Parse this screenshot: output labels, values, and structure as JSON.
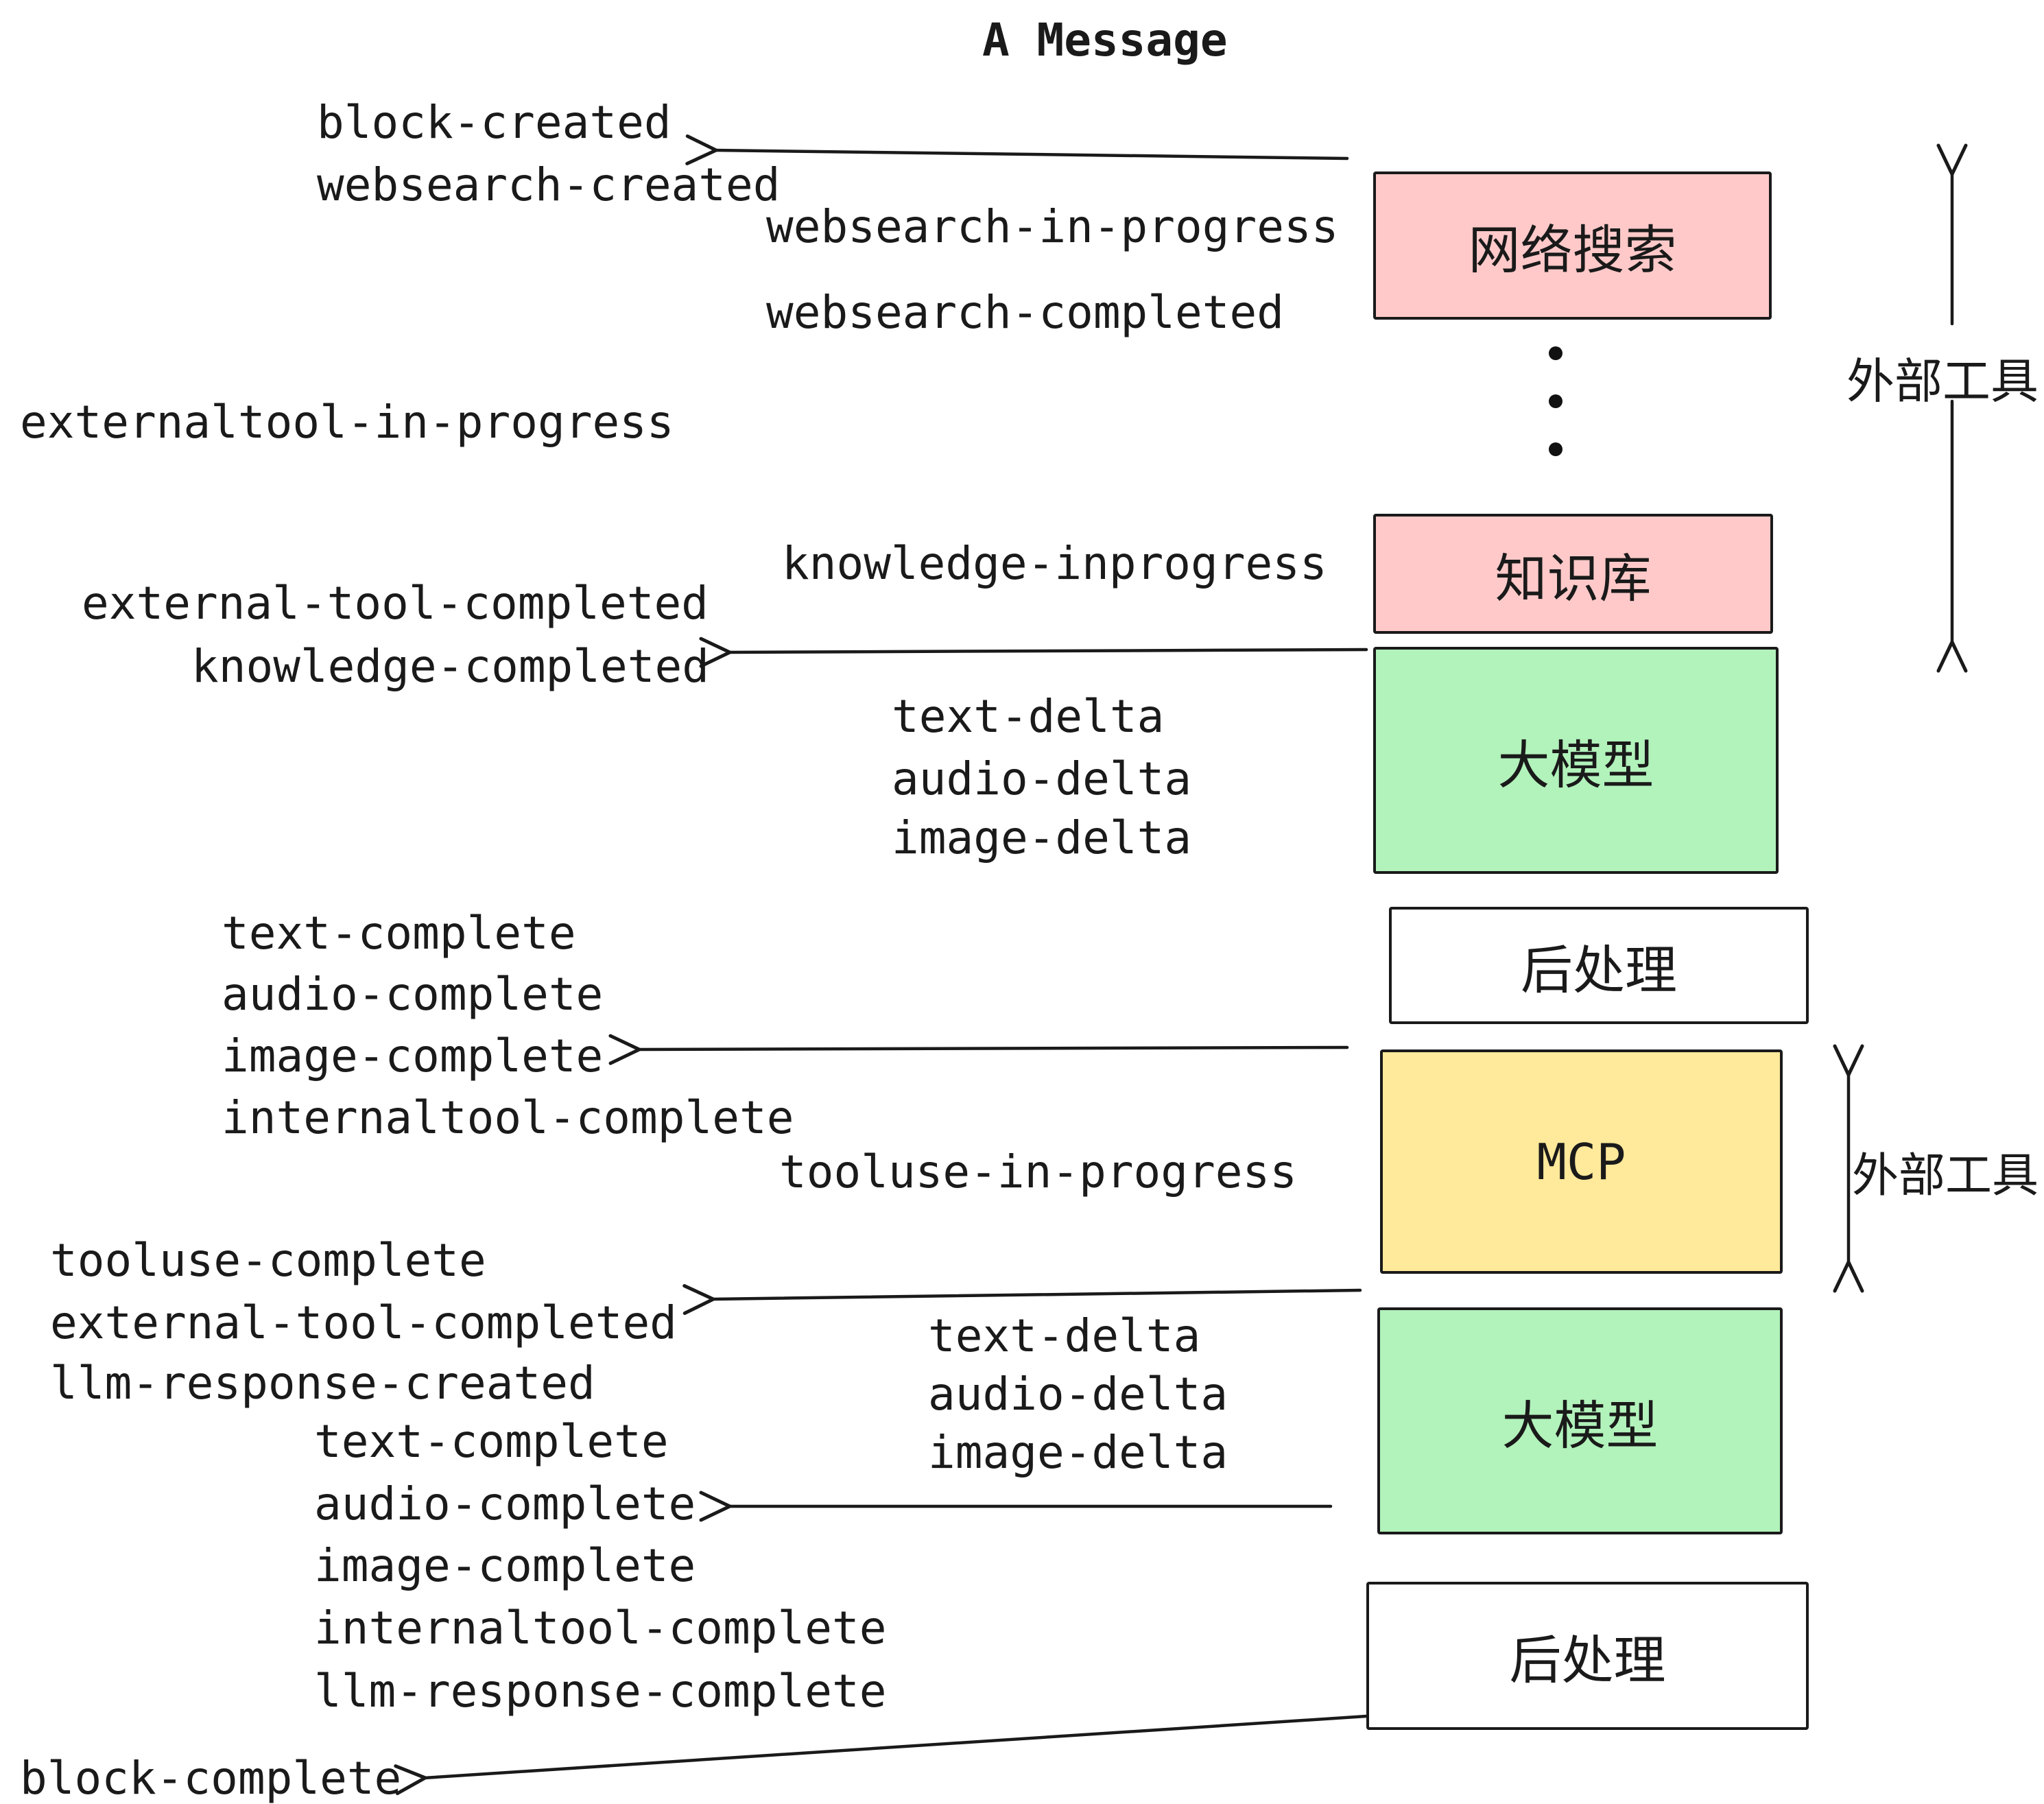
{
  "title": "A Message",
  "events": {
    "block_created": "block-created",
    "websearch_created": "websearch-created",
    "websearch_in_progress": "websearch-in-progress",
    "websearch_completed": "websearch-completed",
    "externaltool_in_progress": "externaltool-in-progress",
    "knowledge_inprogress": "knowledge-inprogress",
    "external_tool_completed": "external-tool-completed",
    "knowledge_completed": "knowledge-completed",
    "text_delta": "text-delta",
    "audio_delta": "audio-delta",
    "image_delta": "image-delta",
    "text_complete": "text-complete",
    "audio_complete": "audio-complete",
    "image_complete": "image-complete",
    "internaltool_complete": "internaltool-complete",
    "tooluse_in_progress": "tooluse-in-progress",
    "tooluse_complete": "tooluse-complete",
    "llm_response_created": "llm-response-created",
    "llm_response_complete": "llm-response-complete",
    "block_complete": "block-complete"
  },
  "boxes": {
    "websearch": {
      "label": "网络搜索",
      "fill": "#ffc9c9"
    },
    "knowledge": {
      "label": "知识库",
      "fill": "#ffc9c9"
    },
    "llm_top": {
      "label": "大模型",
      "fill": "#b2f2bb"
    },
    "post_top": {
      "label": "后处理",
      "fill": "#ffffff"
    },
    "mcp": {
      "label": "MCP",
      "fill": "#ffe99a"
    },
    "llm_bottom": {
      "label": "大模型",
      "fill": "#b2f2bb"
    },
    "post_bottom": {
      "label": "后处理",
      "fill": "#ffffff"
    }
  },
  "annotations": {
    "external_tools_top": "外部工具",
    "external_tools_bottom": "外部工具"
  },
  "colors": {
    "box_border": "#1a1a1a",
    "pink": "#ffc9c9",
    "green": "#b2f2bb",
    "yellow": "#ffe99a",
    "text": "#1a1a1a"
  }
}
